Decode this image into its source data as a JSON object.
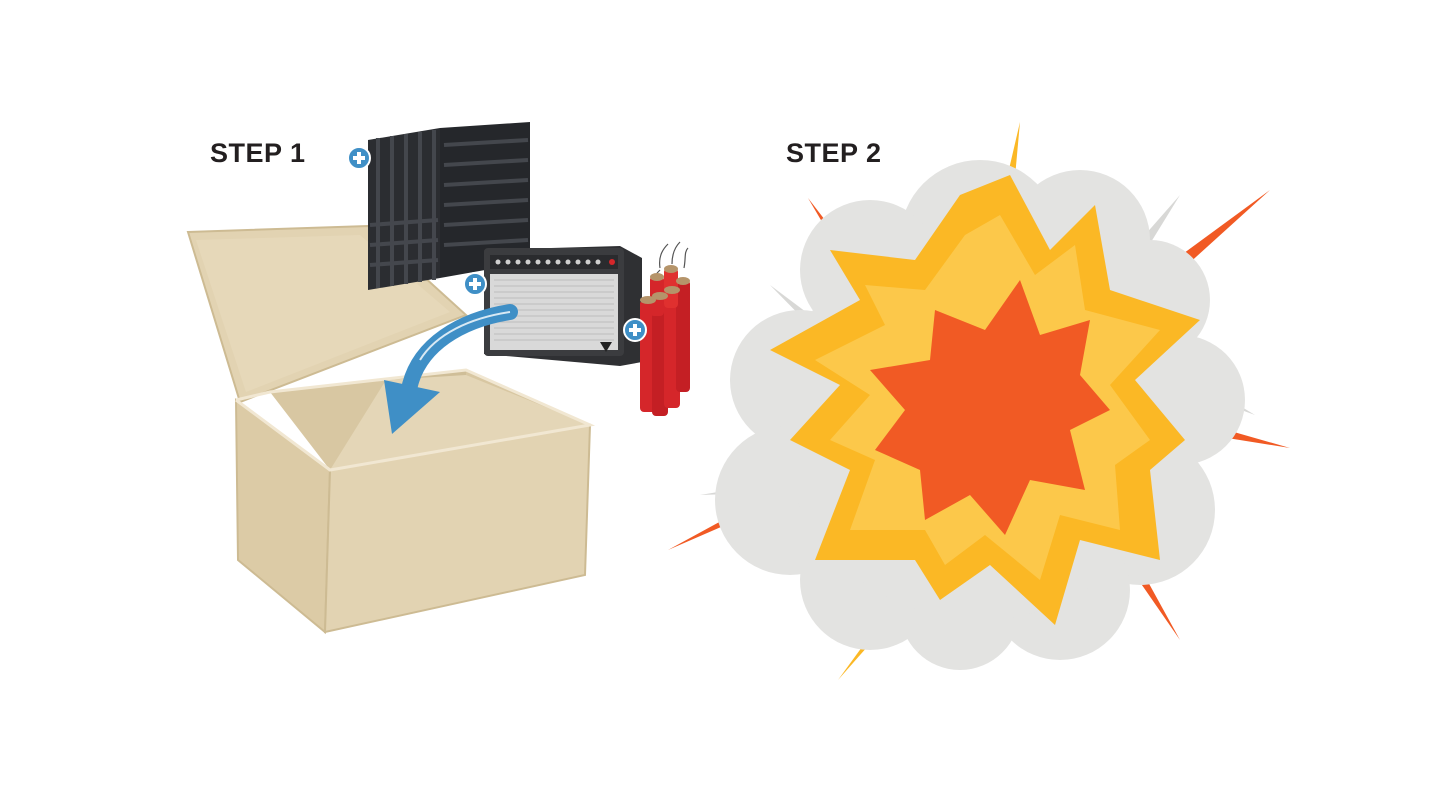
{
  "steps": [
    {
      "label": "STEP 1"
    },
    {
      "label": "STEP 2"
    }
  ],
  "items": [
    {
      "name": "acoustic-foam",
      "icon": "plus-icon"
    },
    {
      "name": "guitar-amplifier",
      "icon": "plus-icon"
    },
    {
      "name": "dynamite",
      "icon": "plus-icon"
    }
  ],
  "colors": {
    "box": "#e2d3b2",
    "box_dark": "#d4c39c",
    "foam": "#2b2d31",
    "amp": "#3b3c3f",
    "amp_grille": "#d9d9d9",
    "dynamite": "#d5262a",
    "arrow": "#3f8fc6",
    "plus_badge": "#3f8fc6",
    "explosion_outer": "#fbb825",
    "explosion_inner": "#f15a24",
    "smoke": "#e3e3e1",
    "text": "#231f20"
  }
}
